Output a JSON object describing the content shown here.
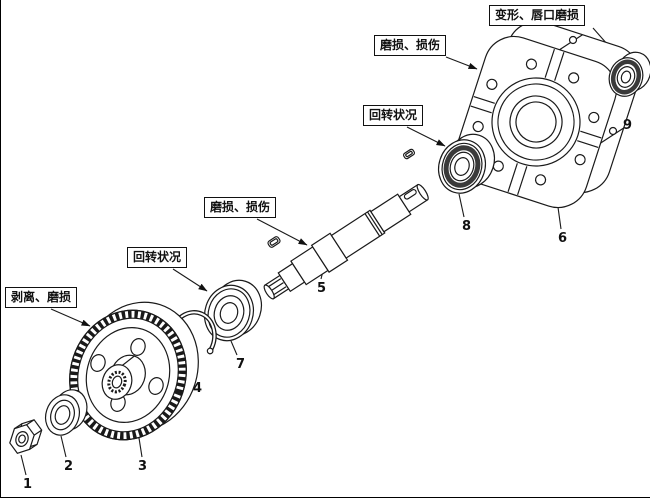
{
  "callouts": [
    {
      "label": "变形、唇口磨损"
    },
    {
      "label": "磨损、损伤"
    },
    {
      "label": "回转状况"
    },
    {
      "label": "磨损、损伤"
    },
    {
      "label": "回转状况"
    },
    {
      "label": "剥离、磨损"
    }
  ],
  "parts": [
    {
      "number": "1"
    },
    {
      "number": "2"
    },
    {
      "number": "3"
    },
    {
      "number": "4"
    },
    {
      "number": "5"
    },
    {
      "number": "6"
    },
    {
      "number": "7"
    },
    {
      "number": "8"
    },
    {
      "number": "9"
    }
  ],
  "colors": {
    "line": "#1a1a1a",
    "dark_band": "#3a3a3a",
    "background": "#ffffff"
  }
}
